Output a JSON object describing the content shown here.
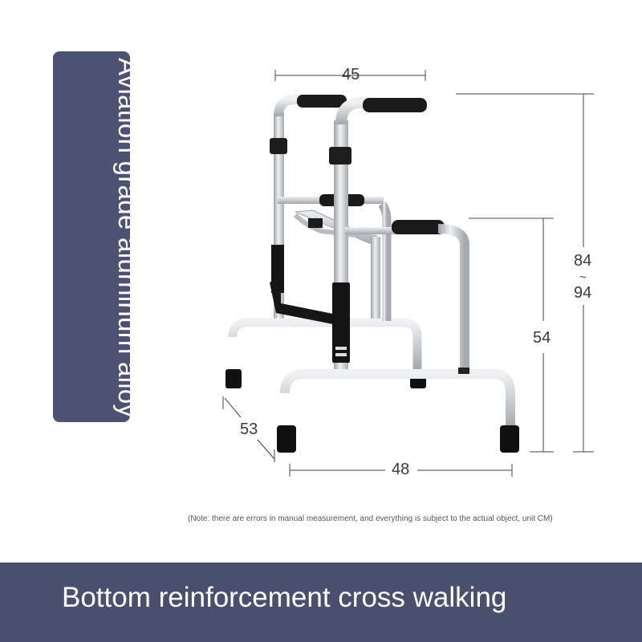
{
  "side_label": {
    "text": "Aviation grade aluminum alloy"
  },
  "dimensions": {
    "top_width": "45",
    "total_height_top": "84",
    "total_height_sep": "~",
    "total_height_bottom": "94",
    "armrest_height": "54",
    "depth": "53",
    "bottom_width": "48"
  },
  "note": "(Note: there are errors in manual measurement, and everything is subject to the actual object, unit CM)",
  "footer": {
    "text": "Bottom reinforcement cross walking"
  },
  "colors": {
    "panel": "#4d5272",
    "footer": "#4a4f6d",
    "metal": "#c9ccd1",
    "grip": "#1a1a1a"
  }
}
